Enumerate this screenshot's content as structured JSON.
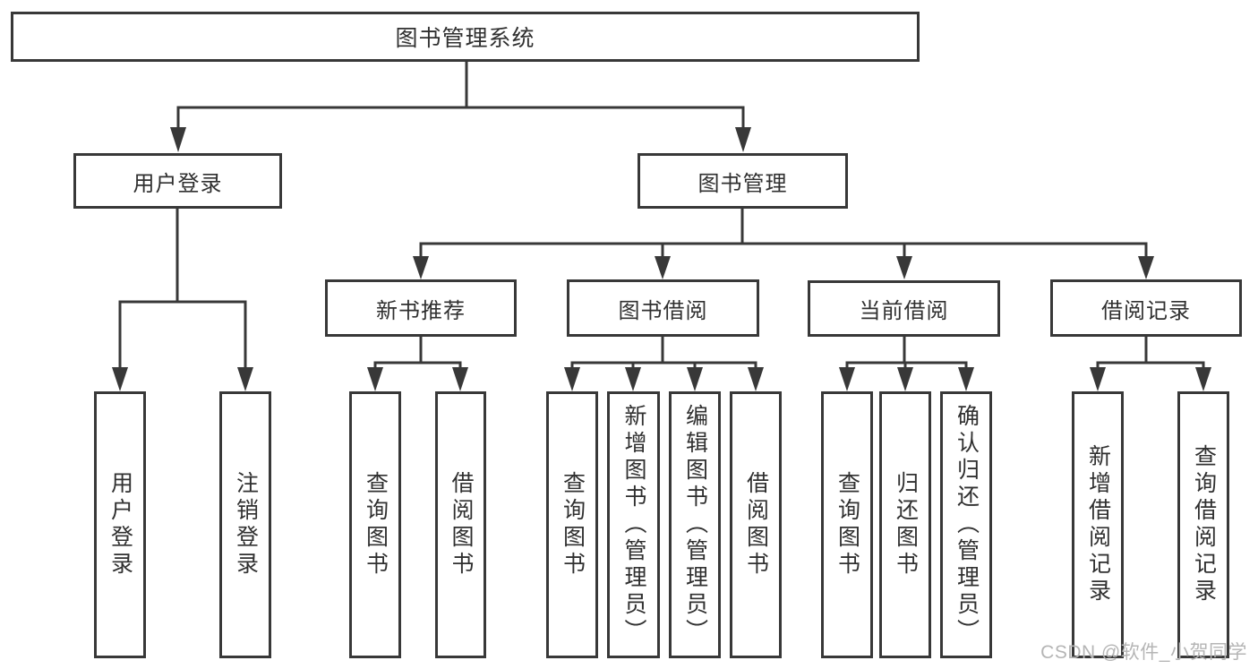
{
  "tree": {
    "root": {
      "label": "图书管理系统"
    },
    "children": [
      {
        "label": "用户登录",
        "children": [
          {
            "label": "用户登录"
          },
          {
            "label": "注销登录"
          }
        ]
      },
      {
        "label": "图书管理",
        "children": [
          {
            "label": "新书推荐",
            "children": [
              {
                "label": "查询图书"
              },
              {
                "label": "借阅图书"
              }
            ]
          },
          {
            "label": "图书借阅",
            "children": [
              {
                "label": "查询图书"
              },
              {
                "label": "新增图书（管理员）"
              },
              {
                "label": "编辑图书（管理员）"
              },
              {
                "label": "借阅图书"
              }
            ]
          },
          {
            "label": "当前借阅",
            "children": [
              {
                "label": "查询图书"
              },
              {
                "label": "归还图书"
              },
              {
                "label": "确认归还（管理员）"
              }
            ]
          },
          {
            "label": "借阅记录",
            "children": [
              {
                "label": "新增借阅记录"
              },
              {
                "label": "查询借阅记录"
              }
            ]
          }
        ]
      }
    ]
  },
  "watermark": "CSDN @软件_小贺同学",
  "colors": {
    "line": "#383838",
    "border": "#383838",
    "text": "#303030",
    "watermark": "#b5b5b5",
    "background": "#ffffff"
  }
}
